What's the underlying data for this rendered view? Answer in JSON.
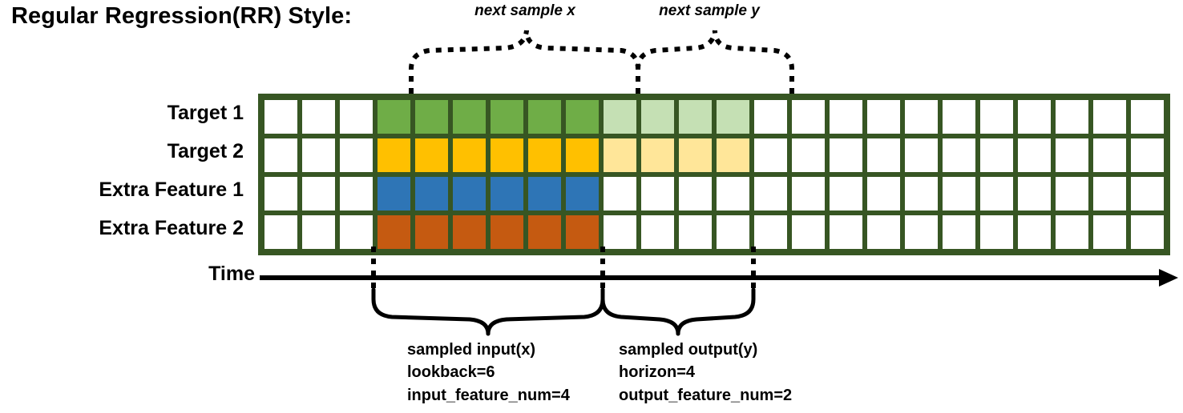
{
  "title": "Regular Regression(RR) Style:",
  "annotations": {
    "next_sample_x": "next sample x",
    "next_sample_y": "next sample y",
    "time_label": "Time"
  },
  "rows": [
    {
      "label": "Target 1",
      "color": "#6FAD47",
      "light": "#C5E0B4",
      "has_output": true
    },
    {
      "label": "Target 2",
      "color": "#FFC000",
      "light": "#FFE699",
      "has_output": true
    },
    {
      "label": "Extra Feature 1",
      "color": "#2E75B6",
      "light": "#FFFFFF",
      "has_output": false
    },
    {
      "label": "Extra Feature 2",
      "color": "#C55A11",
      "light": "#FFFFFF",
      "has_output": false
    }
  ],
  "grid": {
    "total_columns": 24,
    "leading_blank_columns": 3,
    "input_columns": 6,
    "output_columns": 4,
    "trailing_blank_columns": 11,
    "border_color": "#375623",
    "empty_cell_color": "#FFFFFF"
  },
  "captions": {
    "left": [
      "sampled input(x)",
      "lookback=6",
      "input_feature_num=4"
    ],
    "right": [
      "sampled output(y)",
      "horizon=4",
      "output_feature_num=2"
    ]
  },
  "colors": {
    "grid_border": "#375623",
    "target1": "#6FAD47",
    "target1_light": "#C5E0B4",
    "target2": "#FFC000",
    "target2_light": "#FFE699",
    "extra1": "#2E75B6",
    "extra2": "#C55A11",
    "ink": "#000000"
  }
}
